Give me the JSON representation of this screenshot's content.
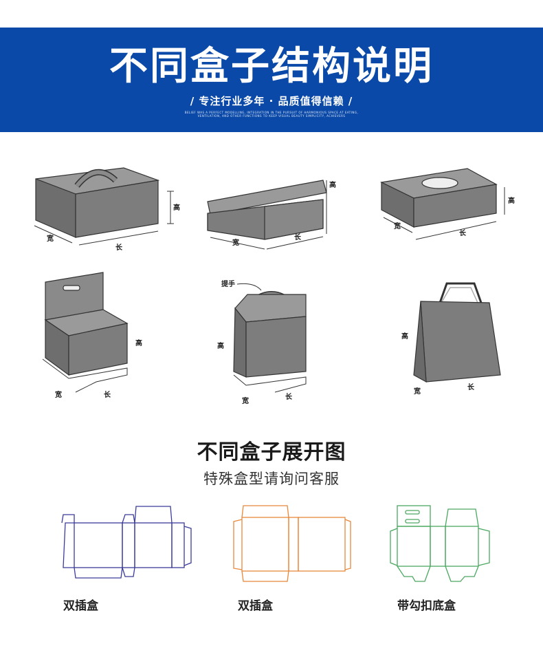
{
  "banner": {
    "title": "不同盒子结构说明",
    "subtitle": "/ 专注行业多年 · 品质值得信赖 /",
    "small_text": "BELIEF WAS A PERFECT MODELLING, INTEGRATION IN THE PURSUIT OF HARMONIOUS SPACE AT EATING, VENTILATION, AND OTHER FUNCTIONS TO KEEP VISUAL BEAUTY SIMPLICITY, ACHIEVERS"
  },
  "illustrations": {
    "label_height": "高",
    "label_width": "宽",
    "label_length": "长",
    "label_handle": "提手"
  },
  "section": {
    "title": "不同盒子展开图",
    "subtitle": "特殊盒型请询问客服"
  },
  "dielines": [
    {
      "caption": "双插盒",
      "color": "#3a3a9a"
    },
    {
      "caption": "双插盒",
      "color": "#e8883a"
    },
    {
      "caption": "带勾扣底盒",
      "color": "#4aa860"
    }
  ]
}
